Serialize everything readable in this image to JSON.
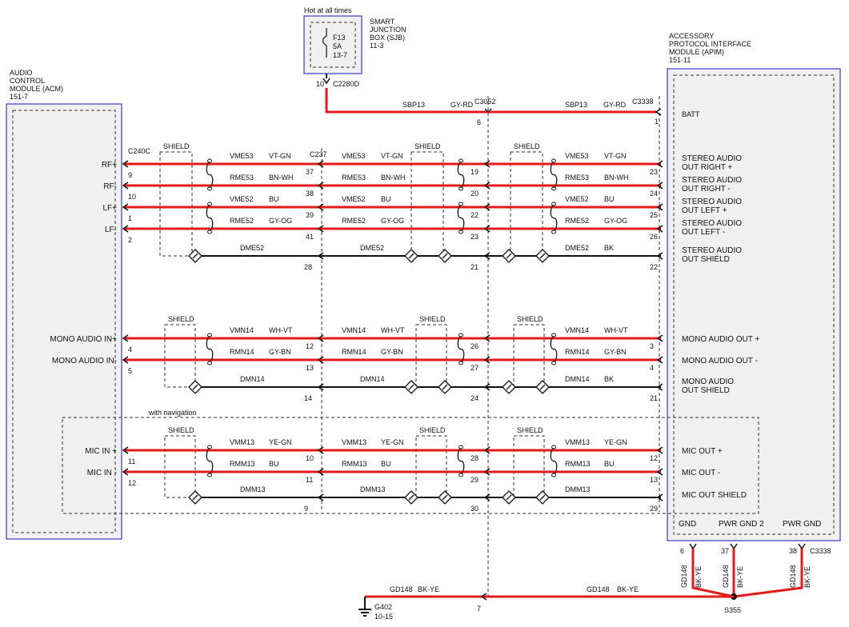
{
  "sjb": {
    "top": "Hot at all times",
    "fuse": [
      "F13",
      "5A",
      "13-7"
    ],
    "label": [
      "SMART",
      "JUNCTION",
      "BOX (SJB)",
      "11-3"
    ],
    "pin": "10",
    "conn": "C2280D"
  },
  "acm": {
    "label": [
      "AUDIO",
      "CONTROL",
      "MODULE (ACM)",
      "151-7"
    ],
    "conn": "C240C"
  },
  "apim": {
    "label": [
      "ACCESSORY",
      "PROTOCOL INTERFACE",
      "MODULE (APIM)",
      "151-11"
    ],
    "conn": "C3338"
  },
  "batt": {
    "c1": "SBP13",
    "col1": "GY-RD",
    "mid": "C3052",
    "midpin": "6",
    "c2": "SBP13",
    "col2": "GY-RD",
    "conn": "C3338",
    "pin": "1",
    "label": "BATT"
  },
  "c237": "C237",
  "shield": "SHIELD",
  "with_nav": "with navigation",
  "groups": [
    {
      "rows": [
        {
          "left": "RF+",
          "lp": "9",
          "c1": "VME53",
          "col1": "VT-GN",
          "mp": "37",
          "c2": "VME53",
          "col2": "VT-GN",
          "cp": "19",
          "c3": "VME53",
          "col3": "VT-GN",
          "rp": "23",
          "right": [
            "STEREO AUDIO",
            "OUT RIGHT +"
          ]
        },
        {
          "left": "RF-",
          "lp": "10",
          "c1": "RME53",
          "col1": "BN-WH",
          "mp": "38",
          "c2": "RME53",
          "col2": "BN-WH",
          "cp": "20",
          "c3": "RME53",
          "col3": "BN-WH",
          "rp": "24",
          "right": [
            "STEREO AUDIO",
            "OUT RIGHT -"
          ]
        },
        {
          "left": "LF+",
          "lp": "1",
          "c1": "VME52",
          "col1": "BU",
          "mp": "39",
          "c2": "VME52",
          "col2": "BU",
          "cp": "22",
          "c3": "VME52",
          "col3": "BU",
          "rp": "25",
          "right": [
            "STEREO AUDIO",
            "OUT LEFT +"
          ]
        },
        {
          "left": "LF-",
          "lp": "2",
          "c1": "RME52",
          "col1": "GY-OG",
          "mp": "41",
          "c2": "RME52",
          "col2": "GY-OG",
          "cp": "23",
          "c3": "RME52",
          "col3": "GY-OG",
          "rp": "26",
          "right": [
            "STEREO AUDIO",
            "OUT LEFT -"
          ]
        }
      ],
      "drain": {
        "c1": "DME52",
        "mp": "28",
        "c2": "DME52",
        "cp": "21",
        "c3": "DME52",
        "col3": "BK",
        "rp": "22",
        "right": [
          "STEREO AUDIO",
          "OUT SHIELD"
        ]
      }
    },
    {
      "rows": [
        {
          "left": "MONO AUDIO IN+",
          "lp": "4",
          "c1": "VMN14",
          "col1": "WH-VT",
          "mp": "12",
          "c2": "VMN14",
          "col2": "WH-VT",
          "cp": "26",
          "c3": "VMN14",
          "col3": "WH-VT",
          "rp": "3",
          "right": [
            "MONO AUDIO OUT +"
          ]
        },
        {
          "left": "MONO AUDIO IN-",
          "lp": "5",
          "c1": "RMN14",
          "col1": "GY-BN",
          "mp": "13",
          "c2": "RMN14",
          "col2": "GY-BN",
          "cp": "27",
          "c3": "RMN14",
          "col3": "GY-BN",
          "rp": "4",
          "right": [
            "MONO AUDIO OUT -"
          ]
        }
      ],
      "drain": {
        "c1": "DMN14",
        "mp": "14",
        "c2": "DMN14",
        "cp": "24",
        "c3": "DMN14",
        "col3": "BK",
        "rp": "21",
        "right": [
          "MONO AUDIO",
          "OUT SHIELD"
        ]
      }
    },
    {
      "rows": [
        {
          "left": "MIC IN +",
          "lp": "11",
          "c1": "VMM13",
          "col1": "YE-GN",
          "mp": "10",
          "c2": "VMM13",
          "col2": "YE-GN",
          "cp": "28",
          "c3": "VMM13",
          "col3": "YE-GN",
          "rp": "12",
          "right": [
            "MIC OUT +"
          ]
        },
        {
          "left": "MIC IN -",
          "lp": "12",
          "c1": "RMM13",
          "col1": "BU",
          "mp": "11",
          "c2": "RMM13",
          "col2": "BU",
          "cp": "29",
          "c3": "RMM13",
          "col3": "BU",
          "rp": "13",
          "right": [
            "MIC OUT -"
          ]
        }
      ],
      "drain": {
        "c1": "DMM13",
        "mp": "9",
        "c2": "DMM13",
        "cp": "30",
        "c3": "DMM13",
        "col3": "",
        "rp": "29",
        "right": [
          "MIC OUT SHIELD"
        ]
      }
    }
  ],
  "ground": {
    "labels": [
      "GND",
      "PWR GND 2",
      "PWR GND"
    ],
    "pins": [
      "6",
      "37",
      "38"
    ],
    "conn": "C3338",
    "circuit": "GD148",
    "color": "BK-YE",
    "left_c": "GD148",
    "left_col": "BK-YE",
    "right_c": "GD148",
    "right_col": "BK-YE",
    "midpin": "7",
    "g": [
      "G402",
      "10-15"
    ],
    "splice": "S355"
  }
}
